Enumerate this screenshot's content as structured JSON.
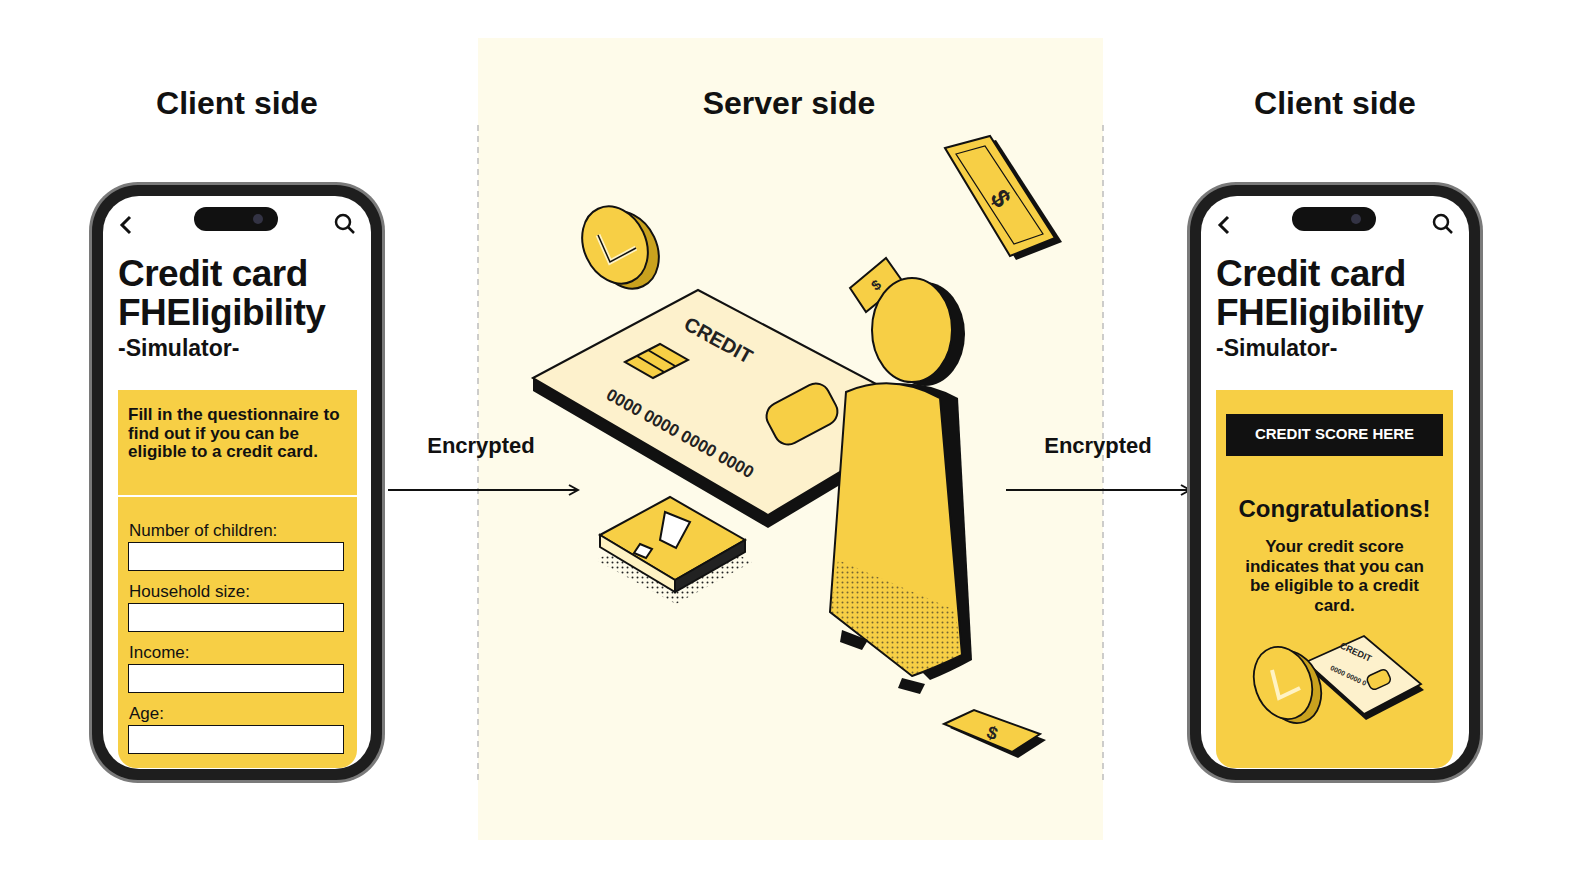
{
  "diagram": {
    "nodes": [
      {
        "text": [
          "Client side",
          "Credit card FHEligibility",
          "-Simulator-"
        ]
      },
      {
        "text": [
          "Fill in the questionnaire to find out if you can be eligible to a credit card."
        ],
        "in": 0
      },
      {
        "text": [
          "Number of children:"
        ],
        "in": 1
      },
      {
        "text": [
          "Household size:"
        ],
        "in": 1
      },
      {
        "text": [
          "Income:"
        ],
        "in": 1
      },
      {
        "text": [
          "Age:"
        ],
        "in": 1
      },
      {
        "text": [
          "Server side"
        ]
      },
      {
        "text": [
          "Client side",
          "Credit card FHEligibility",
          "-Simulator-"
        ]
      },
      {
        "text": [
          "Congratulations!",
          "Your credit score indicates that you can be eligible to a credit card."
        ],
        "in": 7
      },
      {
        "text": [
          "CREDIT SCORE HERE"
        ],
        "in": 8
      }
    ],
    "edges": [
      {
        "from": 0,
        "to": 6,
        "label": "Encrypted",
        "arrow": "to"
      },
      {
        "from": 6,
        "to": 7,
        "label": "Encrypted",
        "arrow": "to"
      }
    ],
    "labels": [
      "CREDIT",
      "0000 0000 0000 0000",
      "$",
      "$",
      "$",
      "CREDIT",
      "0000 0000 0"
    ]
  }
}
